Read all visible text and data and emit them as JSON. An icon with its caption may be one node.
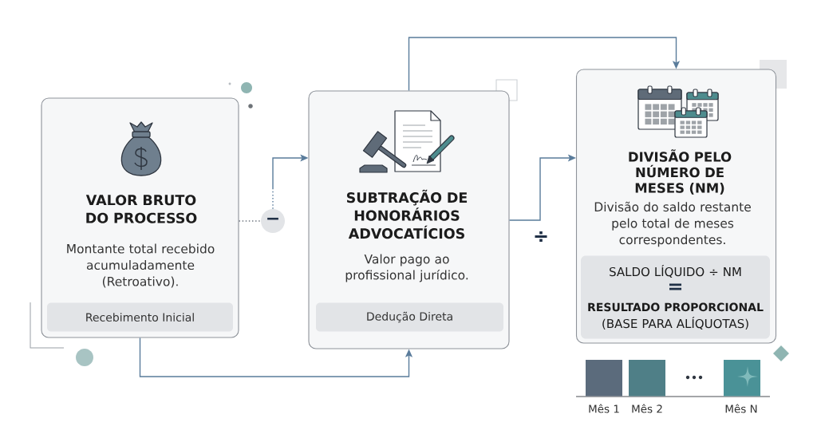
{
  "diagram": {
    "nodes": [
      {
        "text": [
          "VALOR BRUTO DO PROCESSO",
          "Montante total recebido acumuladamente (Retroativo)."
        ]
      },
      {
        "text": [
          "Recebimento Inicial"
        ],
        "in": 0
      },
      {
        "text": [
          "−"
        ]
      },
      {
        "text": [
          "SUBTRAÇÃO DE HONORÁRIOS ADVOCATÍCIOS",
          "Valor pago ao profissional jurídico."
        ]
      },
      {
        "text": [
          "Dedução Direta"
        ],
        "in": 3
      },
      {
        "text": [
          "DIVISÃO PELO NÚMERO DE MESES (NM)",
          "Divisão do saldo restante pelo total de meses correspondentes."
        ]
      },
      {
        "text": [
          "SALDO LÍQUIDO ÷ NM",
          "=",
          "RESULTADO PROPORCIONAL",
          "(BASE PARA ALÍQUOTAS)"
        ],
        "in": 5
      }
    ],
    "edges": [
      {
        "from": 0,
        "to": 2,
        "arrow": "none",
        "style": "dashed",
        "color": "#6f7780"
      },
      {
        "from": 2,
        "to": 3,
        "arrow": "to",
        "style": "dashed"
      },
      {
        "from": 0,
        "to": 3,
        "arrow": "to"
      },
      {
        "from": 3,
        "to": 5,
        "arrow": "to",
        "label": "÷"
      },
      {
        "from": 3,
        "to": 5,
        "arrow": "to"
      }
    ],
    "labels": [
      "Mês 1",
      "Mês 2",
      "Mês N"
    ]
  }
}
